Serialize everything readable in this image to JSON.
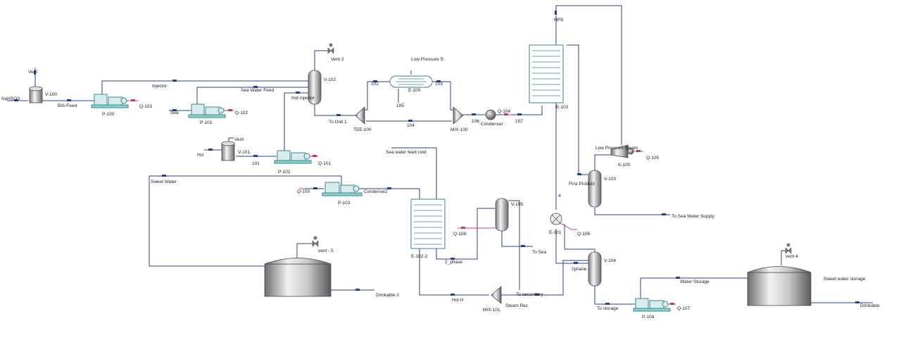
{
  "labels": {
    "nahsco3": "NaHSO3",
    "vent_top_left": "Vent",
    "v100": "V-100",
    "bis_feed": "BiS-Feed",
    "p100": "P-100",
    "q103": "Q-103",
    "injector": "Injector",
    "sea": "Sea",
    "p101": "P-101",
    "q102": "Q-102",
    "sea_water_feed": "Sea Water Feed",
    "vent3": "Vent 3",
    "v102": "V-102",
    "hot_injector": "Hot injector",
    "to_unit1": "To Unit 1",
    "tee100": "TEE-100",
    "s102": "102",
    "s103": "103",
    "s104": "104",
    "s105": "105",
    "s106": "106",
    "s107": "107",
    "e100": "E-100",
    "low_pressure_s": "Low Pressure S",
    "mix100": "MIX-100",
    "condenser": "Condenser",
    "q104": "Q-104",
    "hps": "HPS",
    "e102": "E-102",
    "hcl": "Hcl",
    "vent_v101": "Vent",
    "v101": "V-101",
    "s101": "101",
    "p102": "P-102",
    "q101": "Q-101",
    "sweet_water": "Sweet Water",
    "q100": "Q-100",
    "p103": "P-103",
    "condense2": "Condense2",
    "sea_water_feed_cold": "Sea water feed cold",
    "e1022": "E-102-2",
    "two_phase": "2_phase",
    "q108": "Q-108",
    "v105": "V-105",
    "to_sea": "To Sea",
    "hot_h": "Hot H",
    "mix101": "MIX-101",
    "to_secondary": "To secondary",
    "steam_rec": "Steam Rec",
    "vent5": "vent - 5",
    "drinkable2": "Drinkable 2",
    "e101": "E-101",
    "q106": "Q-106",
    "s4": "4",
    "first_product": "First Product",
    "v103": "V-103",
    "low_pressure_steam": "Low Pressure Steam",
    "k100": "K-100",
    "q105": "Q-105",
    "to_sea_water_supply": "To Sea Water Supply",
    "twophase": "2phase",
    "v104": "V-104",
    "to_storage": "To storage",
    "water_storage": "Water Storage",
    "p104": "P-104",
    "q107": "Q-107",
    "vent4": "vent 4",
    "sweet_water_storage": "Sweet water storage",
    "drinkable": "Drinkable"
  }
}
